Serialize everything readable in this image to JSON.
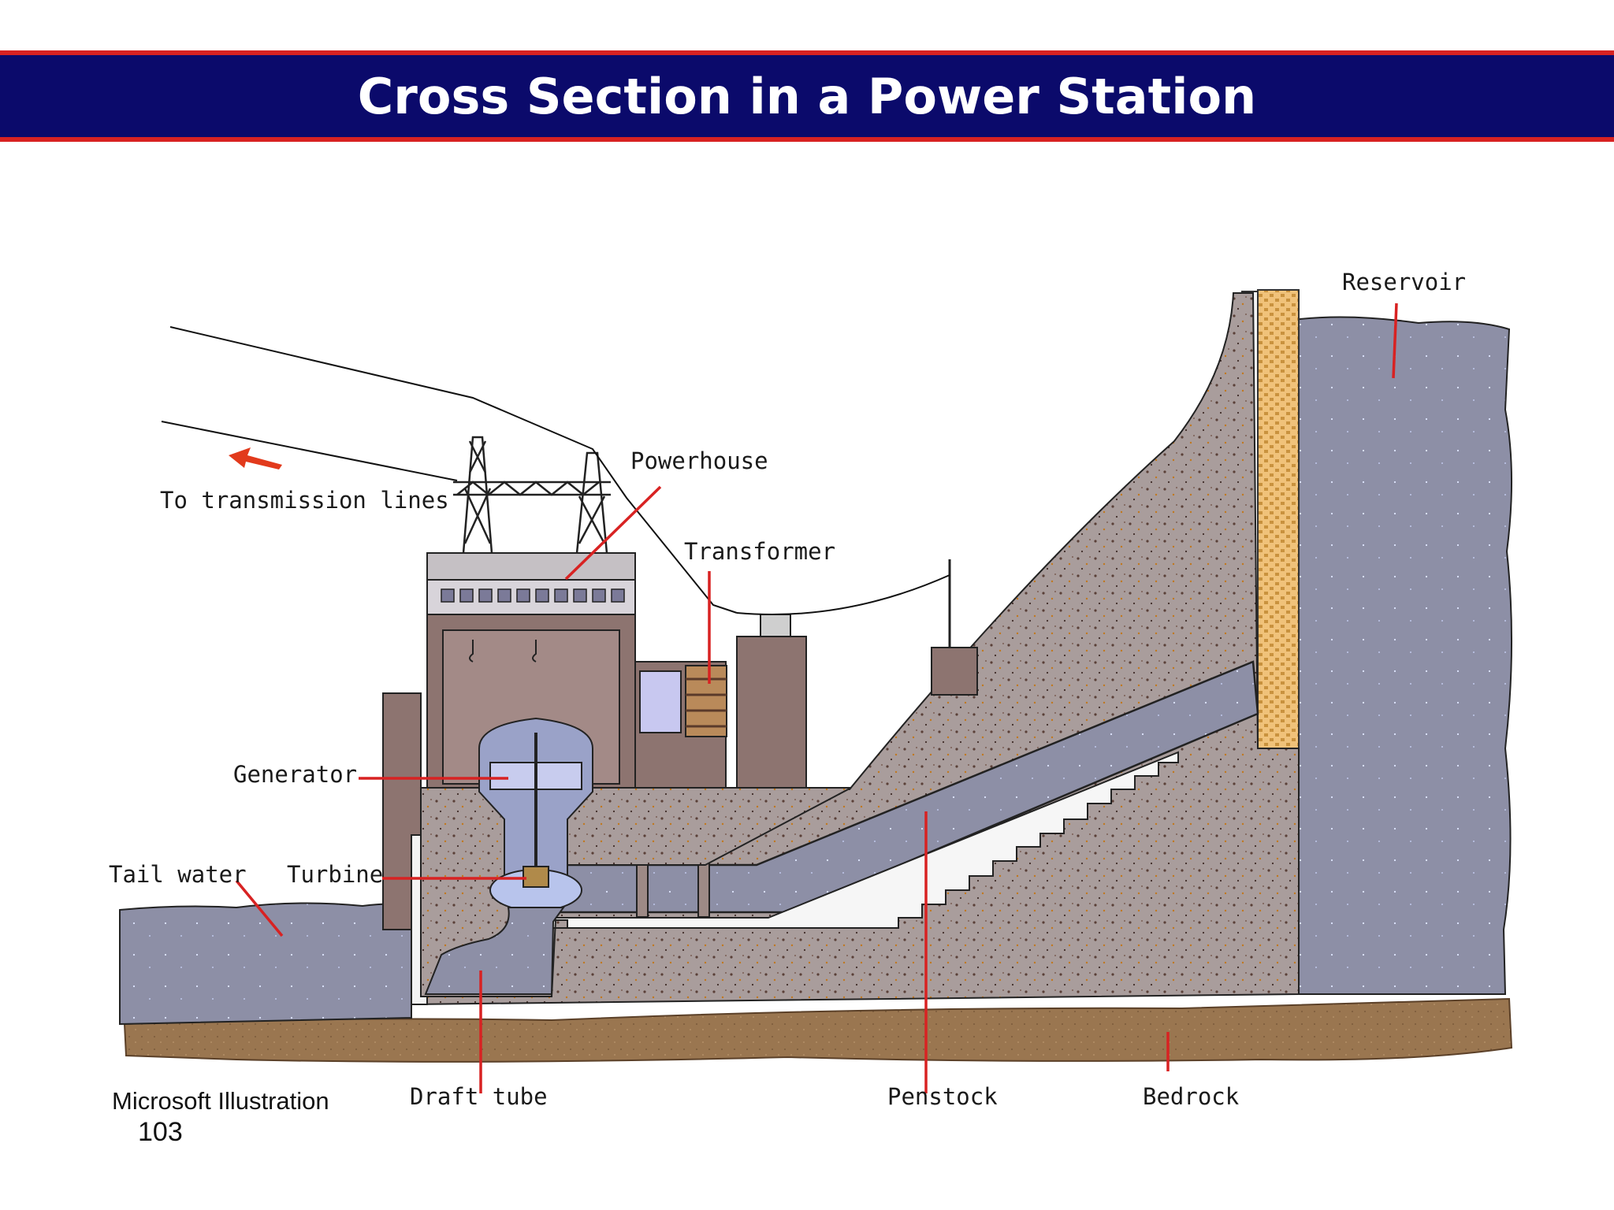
{
  "slide": {
    "title": "Cross Section in a Power Station",
    "credit": "Microsoft Illustration",
    "page_number": "103"
  },
  "labels": {
    "reservoir": "Reservoir",
    "to_transmission_lines": "To transmission lines",
    "powerhouse": "Powerhouse",
    "transformer": "Transformer",
    "generator": "Generator",
    "tail_water": "Tail water",
    "turbine": "Turbine",
    "draft_tube": "Draft tube",
    "penstock": "Penstock",
    "bedrock": "Bedrock"
  },
  "colors": {
    "title_bar": "#0b0a6b",
    "title_border": "#d82222",
    "water": "#8a8ca3",
    "concrete": "#a79a9a",
    "building": "#9b8078",
    "bedrock": "#9a7650",
    "leader_line": "#d82222"
  }
}
